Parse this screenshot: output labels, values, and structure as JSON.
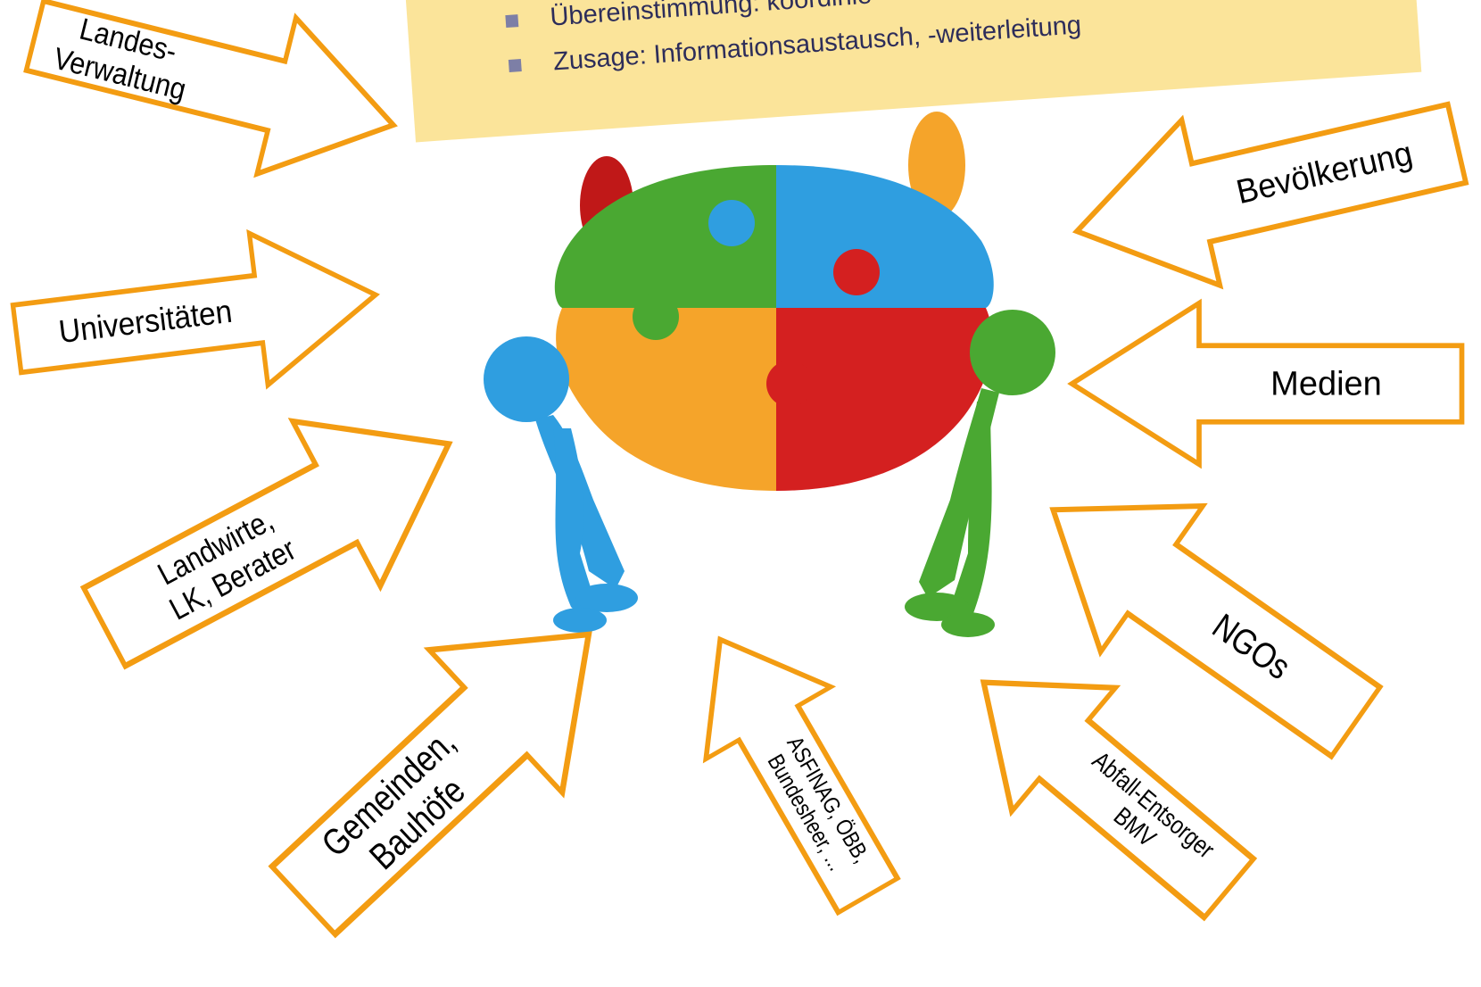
{
  "colors": {
    "arrow_stroke": "#f39c12",
    "note_bg": "#fbe49a",
    "note_text": "#2d2d5a",
    "bullet": "#7d7fa6"
  },
  "note": {
    "bullets": [
      "Übereinstimmung: koordinie",
      "Zusage: Informationsaustausch, -weiterleitung"
    ]
  },
  "stakeholders": [
    {
      "id": "landesverwaltung",
      "lines": [
        "Landes-",
        "Verwaltung"
      ],
      "direction": "inward"
    },
    {
      "id": "universitaeten",
      "lines": [
        "Universitäten"
      ],
      "direction": "inward"
    },
    {
      "id": "landwirte",
      "lines": [
        "Landwirte,",
        "LK, Berater"
      ],
      "direction": "inward"
    },
    {
      "id": "gemeinden",
      "lines": [
        "Gemeinden,",
        "Bauhöfe"
      ],
      "direction": "inward"
    },
    {
      "id": "asfinag",
      "lines": [
        "ASFINAG, ÖBB,",
        "Bundesheer, ..."
      ],
      "direction": "inward"
    },
    {
      "id": "abfall",
      "lines": [
        "Abfall-Entsorger",
        "BMV"
      ],
      "direction": "inward"
    },
    {
      "id": "ngos",
      "lines": [
        "NGOs"
      ],
      "direction": "inward"
    },
    {
      "id": "medien",
      "lines": [
        "Medien"
      ],
      "direction": "inward"
    },
    {
      "id": "bevoelkerung",
      "lines": [
        "Bevölkerung"
      ],
      "direction": "inward"
    }
  ],
  "center_illustration": {
    "description_icon": "puzzle-team-icon",
    "pieces": [
      "#4aa832",
      "#2f9ee0",
      "#f5a42a",
      "#d42020"
    ]
  }
}
